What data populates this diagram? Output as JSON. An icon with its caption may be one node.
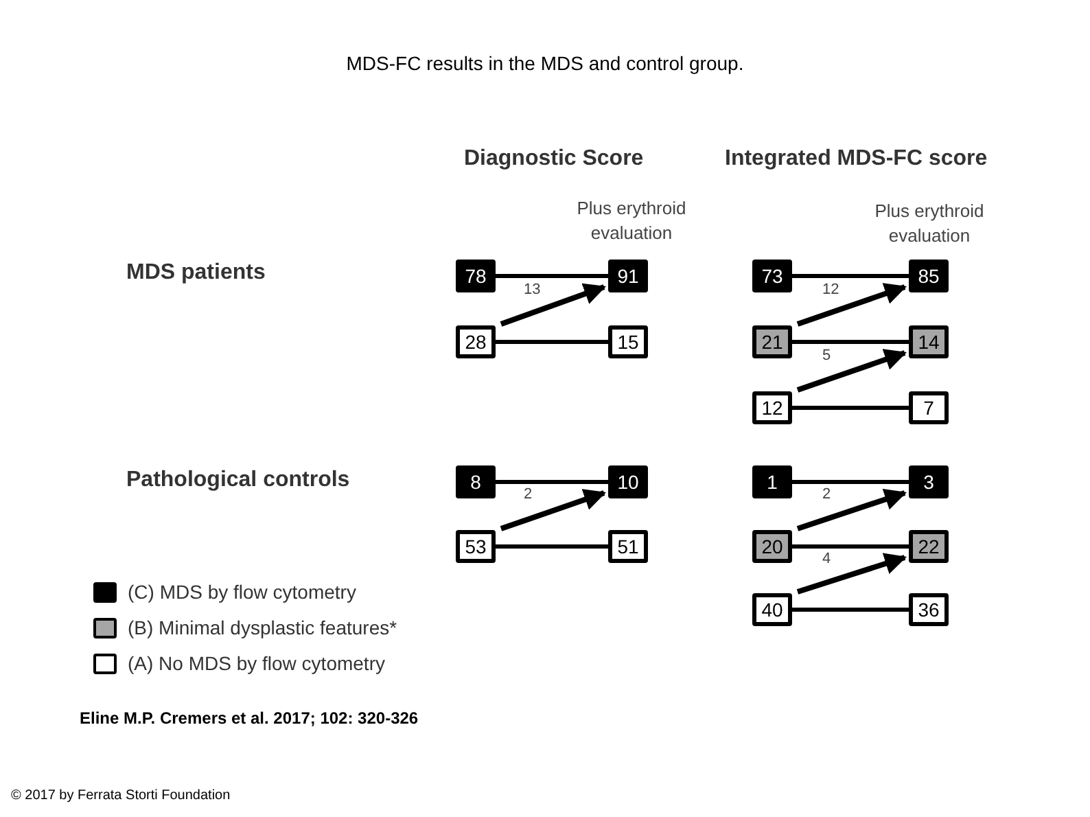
{
  "diagram": {
    "title": "MDS-FC results in the MDS and control group.",
    "nodes": [
      {
        "text": [
          "78"
        ]
      },
      {
        "text": [
          "91"
        ]
      },
      {
        "text": [
          "28"
        ]
      },
      {
        "text": [
          "15"
        ]
      },
      {
        "text": [
          "73"
        ]
      },
      {
        "text": [
          "85"
        ]
      },
      {
        "text": [
          "21"
        ]
      },
      {
        "text": [
          "14"
        ]
      },
      {
        "text": [
          "12"
        ]
      },
      {
        "text": [
          "7"
        ]
      },
      {
        "text": [
          "8"
        ]
      },
      {
        "text": [
          "10"
        ]
      },
      {
        "text": [
          "53"
        ]
      },
      {
        "text": [
          "51"
        ]
      },
      {
        "text": [
          "1"
        ]
      },
      {
        "text": [
          "3"
        ]
      },
      {
        "text": [
          "20"
        ]
      },
      {
        "text": [
          "22"
        ]
      },
      {
        "text": [
          "40"
        ]
      },
      {
        "text": [
          "36"
        ]
      }
    ],
    "edges": [
      {
        "from": 0,
        "to": 1,
        "arrow": "none"
      },
      {
        "from": 2,
        "to": 3,
        "arrow": "none"
      },
      {
        "from": 2,
        "to": 1,
        "arrow": "to",
        "label": "13"
      },
      {
        "from": 4,
        "to": 5,
        "arrow": "none"
      },
      {
        "from": 6,
        "to": 7,
        "arrow": "none"
      },
      {
        "from": 8,
        "to": 9,
        "arrow": "none"
      },
      {
        "from": 6,
        "to": 5,
        "arrow": "to",
        "label": "12"
      },
      {
        "from": 8,
        "to": 7,
        "arrow": "to",
        "label": "5"
      },
      {
        "from": 10,
        "to": 11,
        "arrow": "none"
      },
      {
        "from": 12,
        "to": 13,
        "arrow": "none"
      },
      {
        "from": 12,
        "to": 11,
        "arrow": "to",
        "label": "2"
      },
      {
        "from": 14,
        "to": 15,
        "arrow": "none"
      },
      {
        "from": 16,
        "to": 17,
        "arrow": "none"
      },
      {
        "from": 18,
        "to": 19,
        "arrow": "none"
      },
      {
        "from": 16,
        "to": 15,
        "arrow": "to",
        "label": "2"
      },
      {
        "from": 18,
        "to": 17,
        "arrow": "to",
        "label": "4"
      }
    ],
    "labels": [
      "Diagnostic Score",
      "Integrated MDS-FC score",
      "Plus erythroid evaluation",
      "Plus erythroid evaluation",
      "MDS patients",
      "Pathological controls",
      "Eline M.P. Cremers et al. 2017; 102: 320-326",
      "© 2017 by Ferrata Storti Foundation"
    ],
    "legend": [
      {
        "text": "(C) MDS by flow cytometry",
        "color": "#000000"
      },
      {
        "text": "(B) Minimal dysplastic features*",
        "color": "#a6a6a6"
      },
      {
        "text": "(A) No MDS by flow cytometry",
        "color": "#ffffff"
      }
    ]
  }
}
